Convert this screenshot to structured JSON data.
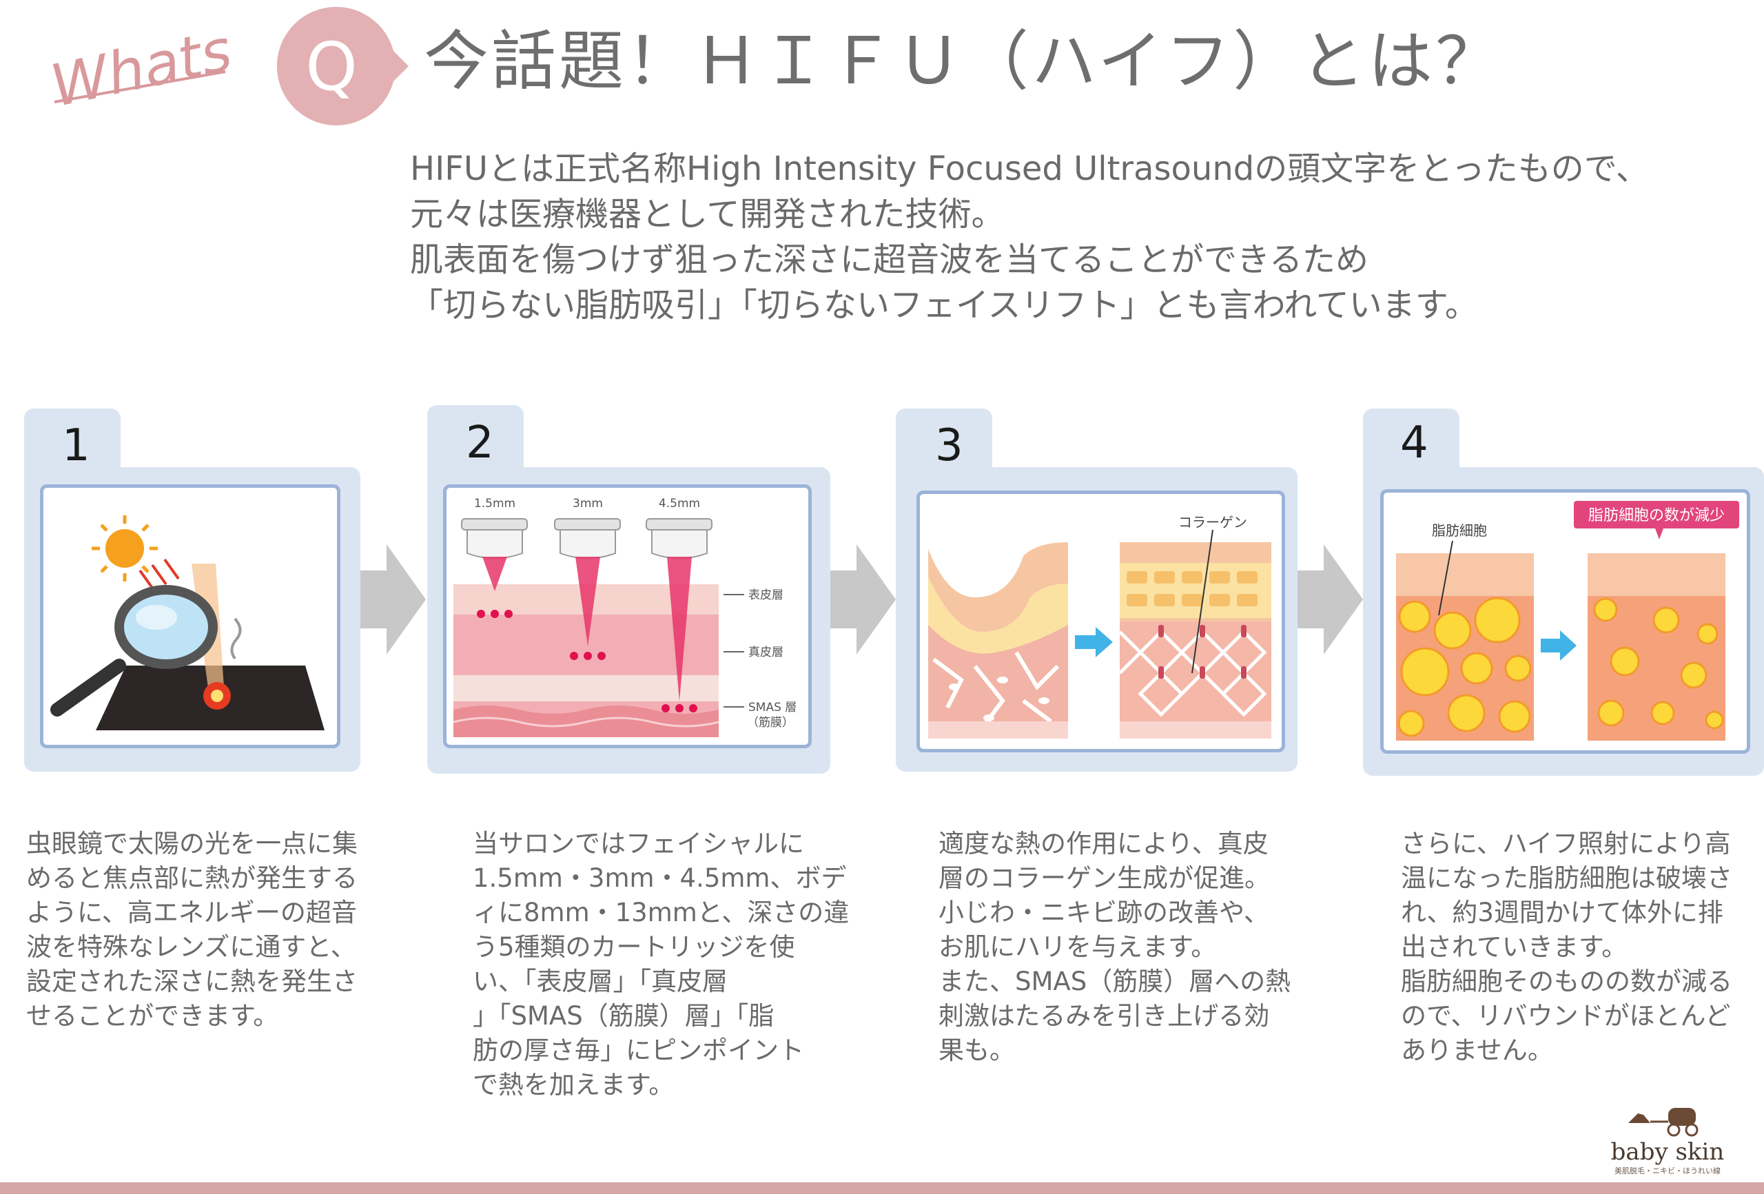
{
  "header": {
    "whats_label": "Whats",
    "q_label": "Q",
    "title": "今話題！ＨＩＦＵ（ハイフ）とは？"
  },
  "intro": {
    "lines": [
      "HIFUとは正式名称High Intensity Focused Ultrasoundの頭文字をとったもので、",
      "元々は医療機器として開発された技術。",
      "肌表面を傷つけず狙った深さに超音波を当てることができるため",
      "「切らない脂肪吸引」「切らないフェイスリフト」とも言われています。"
    ]
  },
  "steps": [
    {
      "number": "1",
      "lines": [
        "虫眼鏡で太陽の光を一点に集",
        "めると焦点部に熱が発生する",
        "ように、高エネルギーの超音",
        "波を特殊なレンズに通すと、",
        "設定された深さに熱を発生さ",
        "せることができます。"
      ]
    },
    {
      "number": "2",
      "labels": {
        "depth1": "1.5mm",
        "depth2": "3mm",
        "depth3": "4.5mm",
        "layer1": "表皮層",
        "layer2": "真皮層",
        "layer3": "SMAS 層",
        "layer3_sub": "（筋膜）"
      },
      "lines": [
        "当サロンではフェイシャルに",
        "1.5mm・3mm・4.5mm、ボデ",
        "ィに8mm・13mmと、深さの違",
        "う5種類のカートリッジを使",
        "い、「表皮層」「真皮層",
        "」「SMAS（筋膜）層」「脂",
        "肪の厚さ毎」にピンポイント",
        "で熱を加えます。"
      ]
    },
    {
      "number": "3",
      "labels": {
        "collagen": "コラーゲン"
      },
      "lines": [
        "適度な熱の作用により、真皮",
        "層のコラーゲン生成が促進。",
        "小じわ・ニキビ跡の改善や、",
        "お肌にハリを与えます。",
        "また、SMAS（筋膜）層への熱",
        "刺激はたるみを引き上げる効",
        "果も。"
      ]
    },
    {
      "number": "4",
      "labels": {
        "fat_cell": "脂肪細胞",
        "callout": "脂肪細胞の数が減少"
      },
      "lines": [
        "さらに、ハイフ照射により高",
        "温になった脂肪細胞は破壊さ",
        "れ、約3週間かけて体外に排",
        "出されていきます。",
        "脂肪細胞そのものの数が減る",
        "ので、リバウンドがほとんど",
        "ありません。"
      ]
    }
  ],
  "logo": {
    "name": "baby skin",
    "tagline": "美肌脱毛・ニキビ・ほうれい線"
  },
  "colors": {
    "accent_pink": "#e3b1b3",
    "card_bg": "#dbe5f2",
    "card_border": "#9bb3d8",
    "arrow_gray": "#c8c8c8",
    "bottom_bar": "#d5a6a6"
  }
}
